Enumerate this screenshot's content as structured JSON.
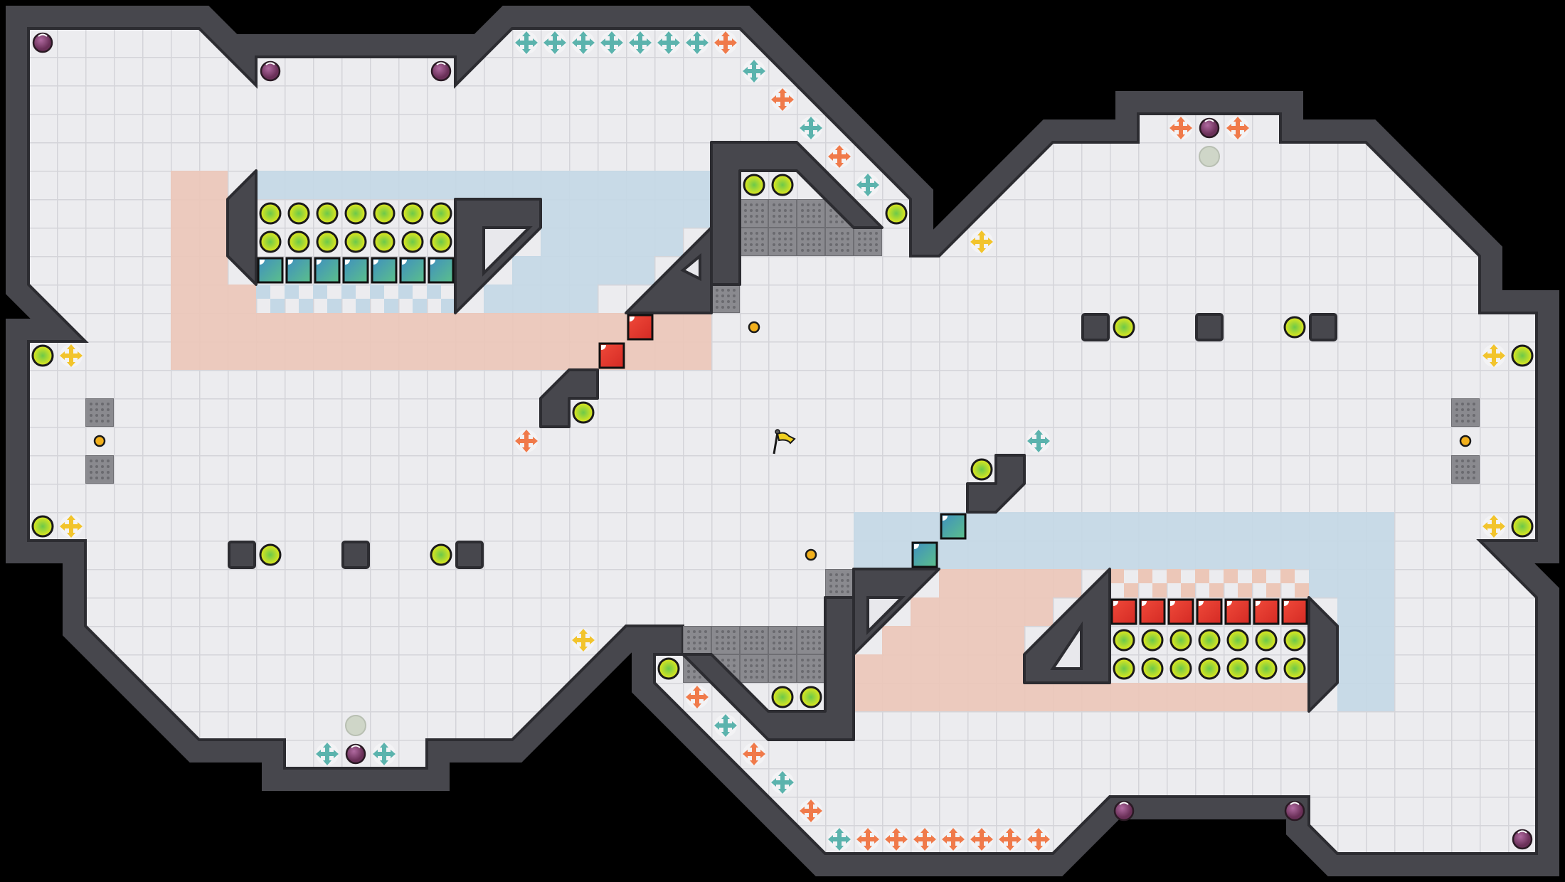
{
  "level": {
    "grid_columns": 55,
    "grid_rows": 31
  },
  "colors": {
    "background": "#000000",
    "wall": "#47474d",
    "floor": "#ececef",
    "floor_line": "#d4d4d9",
    "zone_salmon": "#ecc7b8",
    "zone_blue": "#c4d8e6",
    "grate": "#8a8a8f",
    "coin": "#e3e81c",
    "coin_center": "#6cc94a",
    "orb": "#8a4a78",
    "cross_teal": "#5bb3ad",
    "cross_orange": "#f07a4a",
    "cross_yellow": "#f2c42c",
    "block_teal": "#4a9ab8",
    "block_red": "#e33a30",
    "gold_dot": "#f2b01c",
    "flag": "#f0d020"
  },
  "items": [
    "coin",
    "purple-orb",
    "teal-cross",
    "orange-cross",
    "yellow-cross",
    "teal-block",
    "red-block",
    "gold-dot",
    "faded-circle",
    "goal-flag"
  ]
}
